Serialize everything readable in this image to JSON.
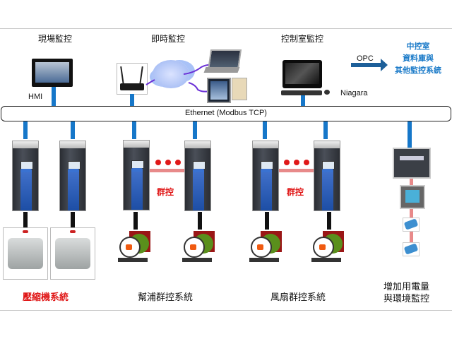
{
  "diagram": {
    "top_sections": {
      "field": {
        "title": "現場監控",
        "device_label": "HMI"
      },
      "realtime": {
        "title": "即時監控"
      },
      "control_room": {
        "title": "控制室監控",
        "software_label": "Niagara"
      },
      "external": {
        "protocol_label": "OPC",
        "lines": [
          "中控室",
          "資料庫與",
          "其他監控系統"
        ]
      }
    },
    "bus": {
      "label": "Ethernet (Modbus TCP)"
    },
    "group_control_label": "群控",
    "bottom_systems": [
      {
        "label": "壓縮機系統",
        "color": "#e01818"
      },
      {
        "label": "幫浦群控系統"
      },
      {
        "label": "風扇群控系統"
      },
      {
        "lines": [
          "增加用電量",
          "與環境監控"
        ]
      }
    ],
    "colors": {
      "network_wire": "#1677c9",
      "group_link": "#e88a8a",
      "highlight_red": "#e01818",
      "external_blue": "#1a7ac8"
    }
  }
}
